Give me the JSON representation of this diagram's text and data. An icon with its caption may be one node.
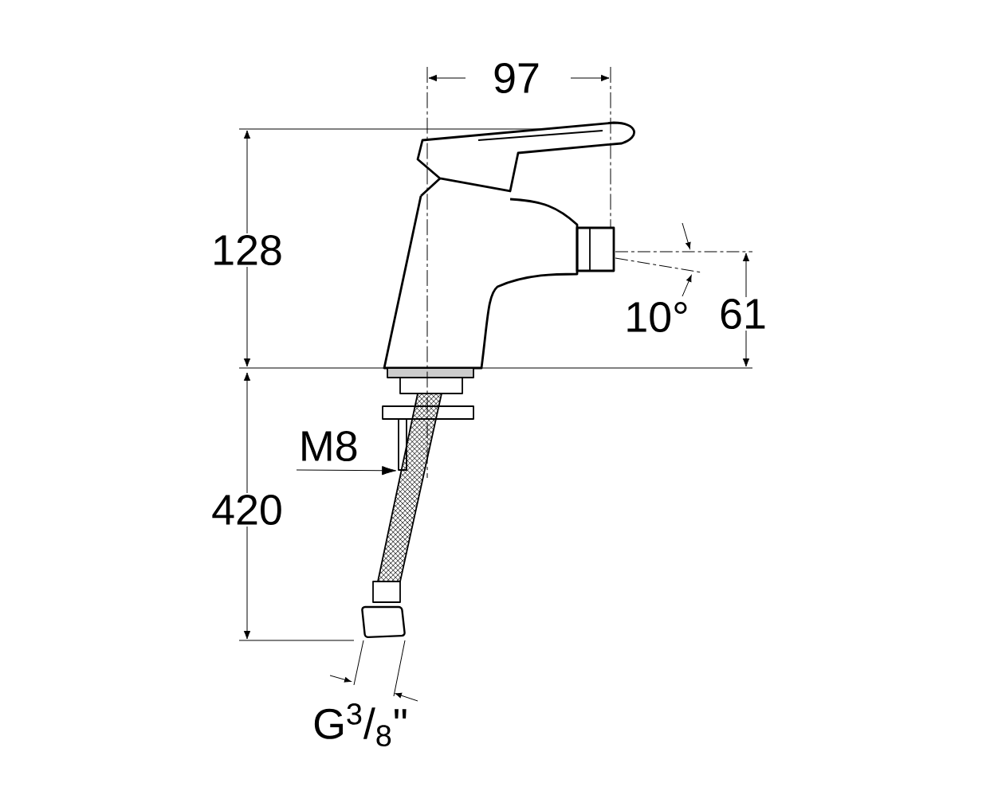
{
  "diagram": {
    "nodes": [
      {
        "text": [
          "M8"
        ]
      },
      {
        "text": [],
        "shape": "bar"
      }
    ],
    "edges": [
      {
        "from": 0,
        "to": 1,
        "arrow": "to"
      }
    ],
    "labels": [
      "97",
      "128",
      "10°",
      "61",
      "420",
      "G$^{3}$/$_{8}$\""
    ]
  }
}
